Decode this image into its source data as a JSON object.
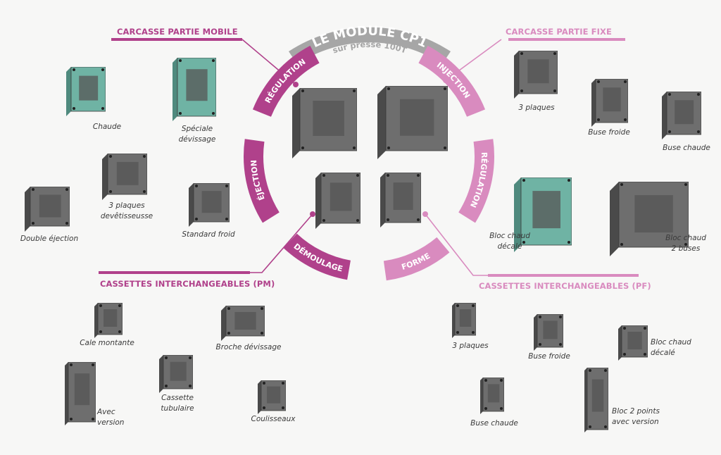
{
  "title": {
    "main": "LE MODULE CP1",
    "subtitle": "sur presse 100T"
  },
  "colors": {
    "dark_accent": "#b0418b",
    "light_accent": "#d98bbf",
    "title_grey": "#a6a6a6",
    "background": "#f7f7f6"
  },
  "ring_segments": [
    {
      "label": "RÉGULATION",
      "side": "mobile"
    },
    {
      "label": "ÉJECTION",
      "side": "mobile"
    },
    {
      "label": "DÉMOULAGE",
      "side": "mobile"
    },
    {
      "label": "INJECTION",
      "side": "fixe"
    },
    {
      "label": "RÉGULATION",
      "side": "fixe"
    },
    {
      "label": "FORME",
      "side": "fixe"
    }
  ],
  "sections": {
    "carcasse_mobile": {
      "title": "CARCASSE PARTIE MOBILE",
      "items": [
        {
          "label": "Chaude",
          "icon": "hot-mold-frame"
        },
        {
          "label": "Spéciale\ndévissage",
          "icon": "unscrewing-mold-frame"
        },
        {
          "label": "3 plaques\ndevêtisseusse",
          "icon": "three-plate-stripper-frame"
        },
        {
          "label": "Double éjection",
          "icon": "double-ejection-frame"
        },
        {
          "label": "Standard froid",
          "icon": "standard-cold-frame"
        }
      ]
    },
    "carcasse_fixe": {
      "title": "CARCASSE PARTIE FIXE",
      "items": [
        {
          "label": "3 plaques",
          "icon": "three-plate-frame"
        },
        {
          "label": "Buse froide",
          "icon": "cold-nozzle-frame"
        },
        {
          "label": "Buse chaude",
          "icon": "hot-nozzle-frame"
        },
        {
          "label": "Bloc chaud\ndécalé",
          "icon": "offset-hot-block-frame"
        },
        {
          "label": "Bloc chaud\n2 buses",
          "icon": "hot-block-two-nozzle-frame"
        }
      ]
    },
    "cassettes_pm": {
      "title": "CASSETTES INTERCHANGEABLES (PM)",
      "items": [
        {
          "label": "Cale montante",
          "icon": "rising-wedge-cassette"
        },
        {
          "label": "Broche dévissage",
          "icon": "unscrewing-spindle-cassette"
        },
        {
          "label": "Cassette\ntubulaire",
          "icon": "tubular-cassette"
        },
        {
          "label": "Avec\nversion",
          "icon": "versioned-cassette"
        },
        {
          "label": "Coulisseaux",
          "icon": "slides-cassette"
        }
      ]
    },
    "cassettes_pf": {
      "title": "CASSETTES INTERCHANGEABLES (PF)",
      "items": [
        {
          "label": "3 plaques",
          "icon": "three-plate-cassette"
        },
        {
          "label": "Buse froide",
          "icon": "cold-nozzle-cassette"
        },
        {
          "label": "Bloc chaud\ndécalé",
          "icon": "offset-hot-block-cassette"
        },
        {
          "label": "Buse chaude",
          "icon": "hot-nozzle-cassette"
        },
        {
          "label": "Bloc 2 points\navec version",
          "icon": "two-point-block-cassette"
        }
      ]
    }
  }
}
